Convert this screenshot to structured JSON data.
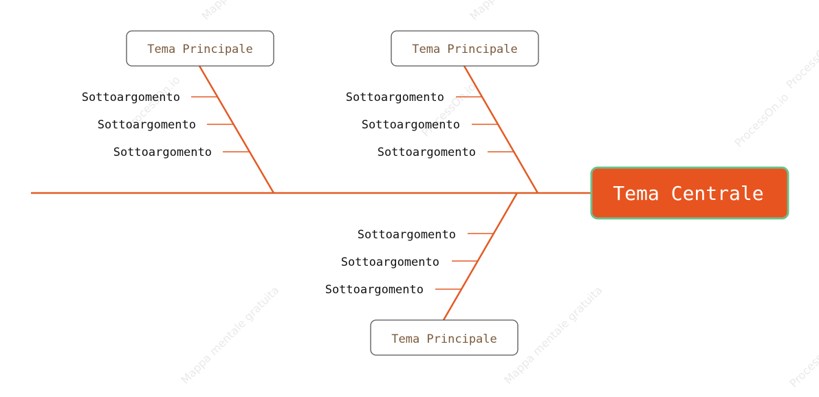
{
  "diagram": {
    "central_topic": "Tema Centrale",
    "watermarks": [
      "ProcessOn.io",
      "Mappa mentale gratuita"
    ],
    "branches": [
      {
        "label": "Tema Principale",
        "subtopics": [
          "Sottoargomento",
          "Sottoargomento",
          "Sottoargomento"
        ]
      },
      {
        "label": "Tema Principale",
        "subtopics": [
          "Sottoargomento",
          "Sottoargomento",
          "Sottoargomento"
        ]
      },
      {
        "label": "Tema Principale",
        "subtopics": [
          "Sottoargomento",
          "Sottoargomento",
          "Sottoargomento"
        ]
      }
    ]
  },
  "colors": {
    "line": "#e35a25",
    "central_fill": "#e8541f",
    "central_border": "#6cc08c",
    "topic_border": "#555555",
    "topic_text": "#7a5a3c"
  }
}
